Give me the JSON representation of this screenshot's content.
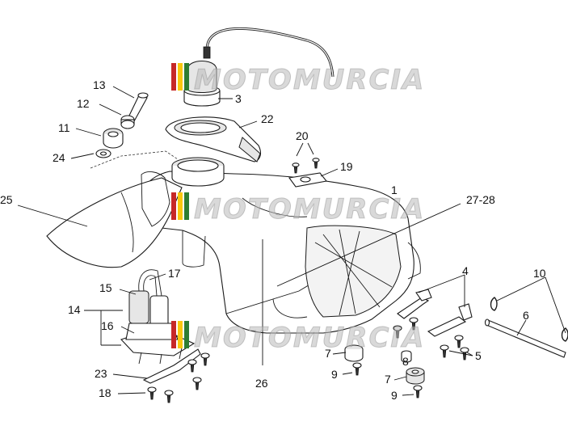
{
  "watermark": {
    "text": "MOTOMURCIA",
    "flag_colors": [
      "#c62828",
      "#f9c80e",
      "#2e7d32"
    ]
  },
  "callouts": {
    "c1": "1",
    "c3": "3",
    "c4": "4",
    "c5": "5",
    "c6": "6",
    "c7a": "7",
    "c7b": "7",
    "c8": "8",
    "c9a": "9",
    "c9b": "9",
    "c10": "10",
    "c11": "11",
    "c12": "12",
    "c13": "13",
    "c14": "14",
    "c15": "15",
    "c16": "16",
    "c17": "17",
    "c18": "18",
    "c19": "19",
    "c20": "20",
    "c22": "22",
    "c23": "23",
    "c24": "24",
    "c25": "25",
    "c26": "26",
    "c27_28": "27-28"
  }
}
